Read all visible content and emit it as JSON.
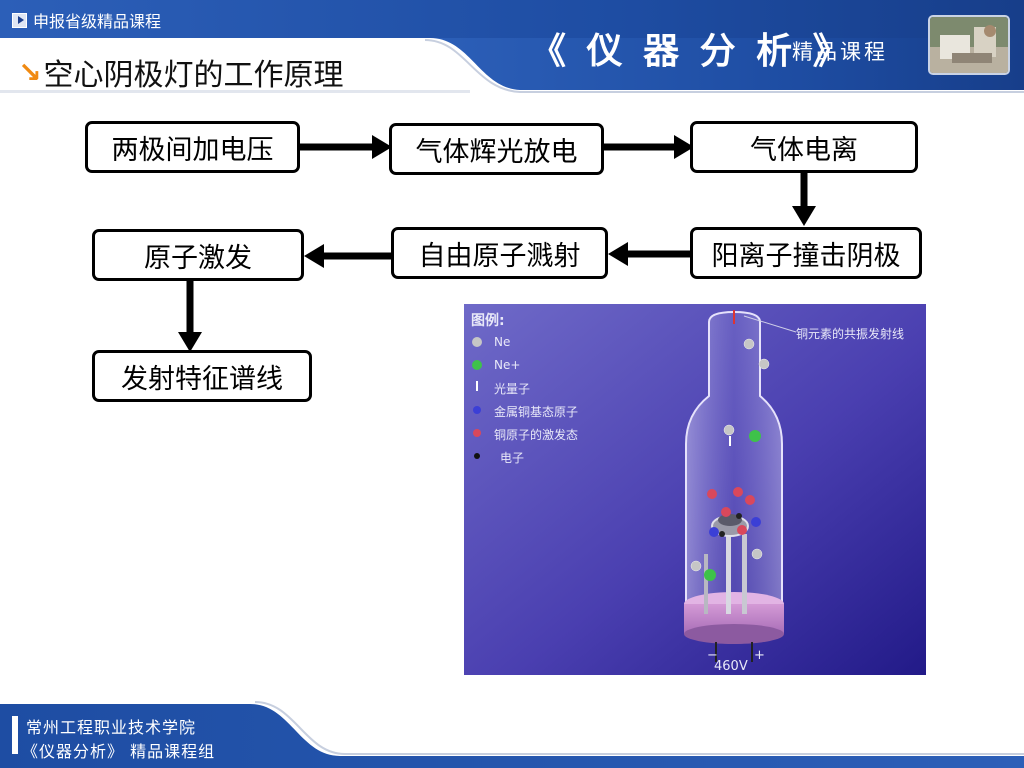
{
  "header": {
    "breadcrumb": "申报省级精品课程",
    "page_title": "空心阴极灯的工作原理",
    "course_title": "《 仪 器 分 析 》",
    "course_subtitle": "精品课程"
  },
  "flow": {
    "steps": [
      "两极间加电压",
      "气体辉光放电",
      "气体电离",
      "阳离子撞击阴极",
      "自由原子溅射",
      "原子激发",
      "发射特征谱线"
    ]
  },
  "inset": {
    "legend_title": "图例:",
    "legend": [
      "Ne",
      "Ne+",
      "光量子",
      "金属铜基态原子",
      "铜原子的激发态",
      "电子"
    ],
    "callout": "铜元素的共振发射线",
    "voltage": "460V",
    "minus": "−",
    "plus": "+"
  },
  "footer": {
    "school": "常州工程职业技术学院",
    "group": "《仪器分析》 精品课程组"
  },
  "colors": {
    "header_blue": "#1f4f9e",
    "accent_orange": "#f08a12",
    "neon": "#bdbdbd",
    "neon_ion": "#3ec24a",
    "cu_ground": "#3b3fd6",
    "cu_excited": "#d9485c",
    "electron": "#333333"
  }
}
